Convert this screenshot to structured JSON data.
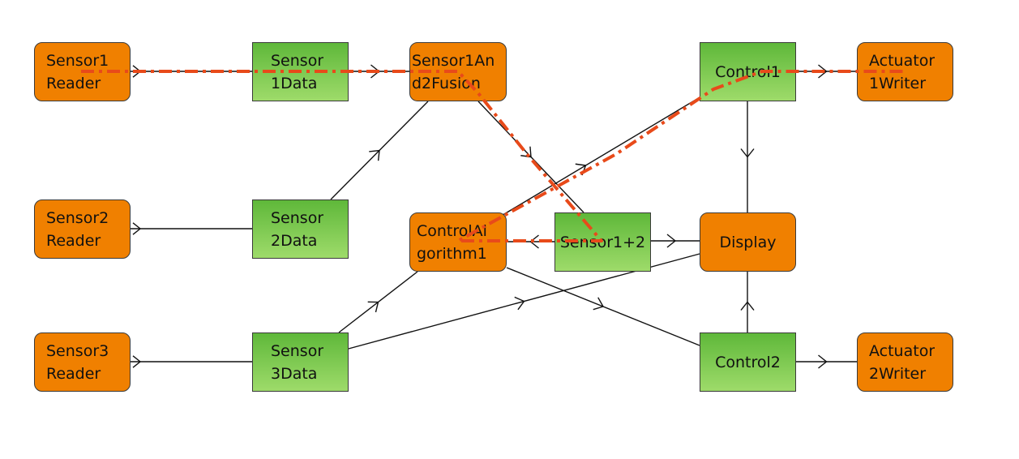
{
  "colors": {
    "task_fill": "#f08000",
    "data_fill_top": "#5fb83a",
    "data_fill_bottom": "#9edb6a",
    "link": "#111111",
    "critical_path": "#e84a1a"
  },
  "nodes": [
    {
      "id": "sensor1-reader",
      "kind": "task",
      "label": "Sensor1\nReader"
    },
    {
      "id": "sensor2-reader",
      "kind": "task",
      "label": "Sensor2\nReader"
    },
    {
      "id": "sensor3-reader",
      "kind": "task",
      "label": "Sensor3\nReader"
    },
    {
      "id": "sensor1-data",
      "kind": "data",
      "label": "Sensor\n1Data"
    },
    {
      "id": "sensor2-data",
      "kind": "data",
      "label": "Sensor\n2Data"
    },
    {
      "id": "sensor3-data",
      "kind": "data",
      "label": "Sensor\n3Data"
    },
    {
      "id": "fusion",
      "kind": "task",
      "label": "Sensor1An\nd2Fusion"
    },
    {
      "id": "control-algorithm",
      "kind": "task",
      "label": "ControlAl\ngorithm1"
    },
    {
      "id": "sensor12",
      "kind": "data",
      "label": "Sensor1+2"
    },
    {
      "id": "control1",
      "kind": "data",
      "label": "Control1"
    },
    {
      "id": "display",
      "kind": "task",
      "label": "Display"
    },
    {
      "id": "control2",
      "kind": "data",
      "label": "Control2"
    },
    {
      "id": "actuator1-writer",
      "kind": "task",
      "label": "Actuator\n1Writer"
    },
    {
      "id": "actuator2-writer",
      "kind": "task",
      "label": "Actuator\n2Writer"
    }
  ],
  "links": [
    {
      "from": "sensor1-reader",
      "to": "sensor1-data"
    },
    {
      "from": "sensor2-reader",
      "to": "sensor2-data"
    },
    {
      "from": "sensor3-reader",
      "to": "sensor3-data"
    },
    {
      "from": "sensor1-data",
      "to": "fusion"
    },
    {
      "from": "sensor2-data",
      "to": "fusion"
    },
    {
      "from": "sensor3-data",
      "to": "control-algorithm"
    },
    {
      "from": "sensor3-data",
      "to": "display"
    },
    {
      "from": "fusion",
      "to": "sensor12"
    },
    {
      "from": "sensor12",
      "to": "control-algorithm"
    },
    {
      "from": "sensor12",
      "to": "display"
    },
    {
      "from": "control-algorithm",
      "to": "control1"
    },
    {
      "from": "control-algorithm",
      "to": "control2"
    },
    {
      "from": "control1",
      "to": "display"
    },
    {
      "from": "control2",
      "to": "display"
    },
    {
      "from": "control1",
      "to": "actuator1-writer"
    },
    {
      "from": "control2",
      "to": "actuator2-writer"
    }
  ],
  "critical_path": [
    "sensor1-reader",
    "sensor1-data",
    "fusion",
    "sensor12",
    "control-algorithm",
    "control1",
    "actuator1-writer"
  ]
}
